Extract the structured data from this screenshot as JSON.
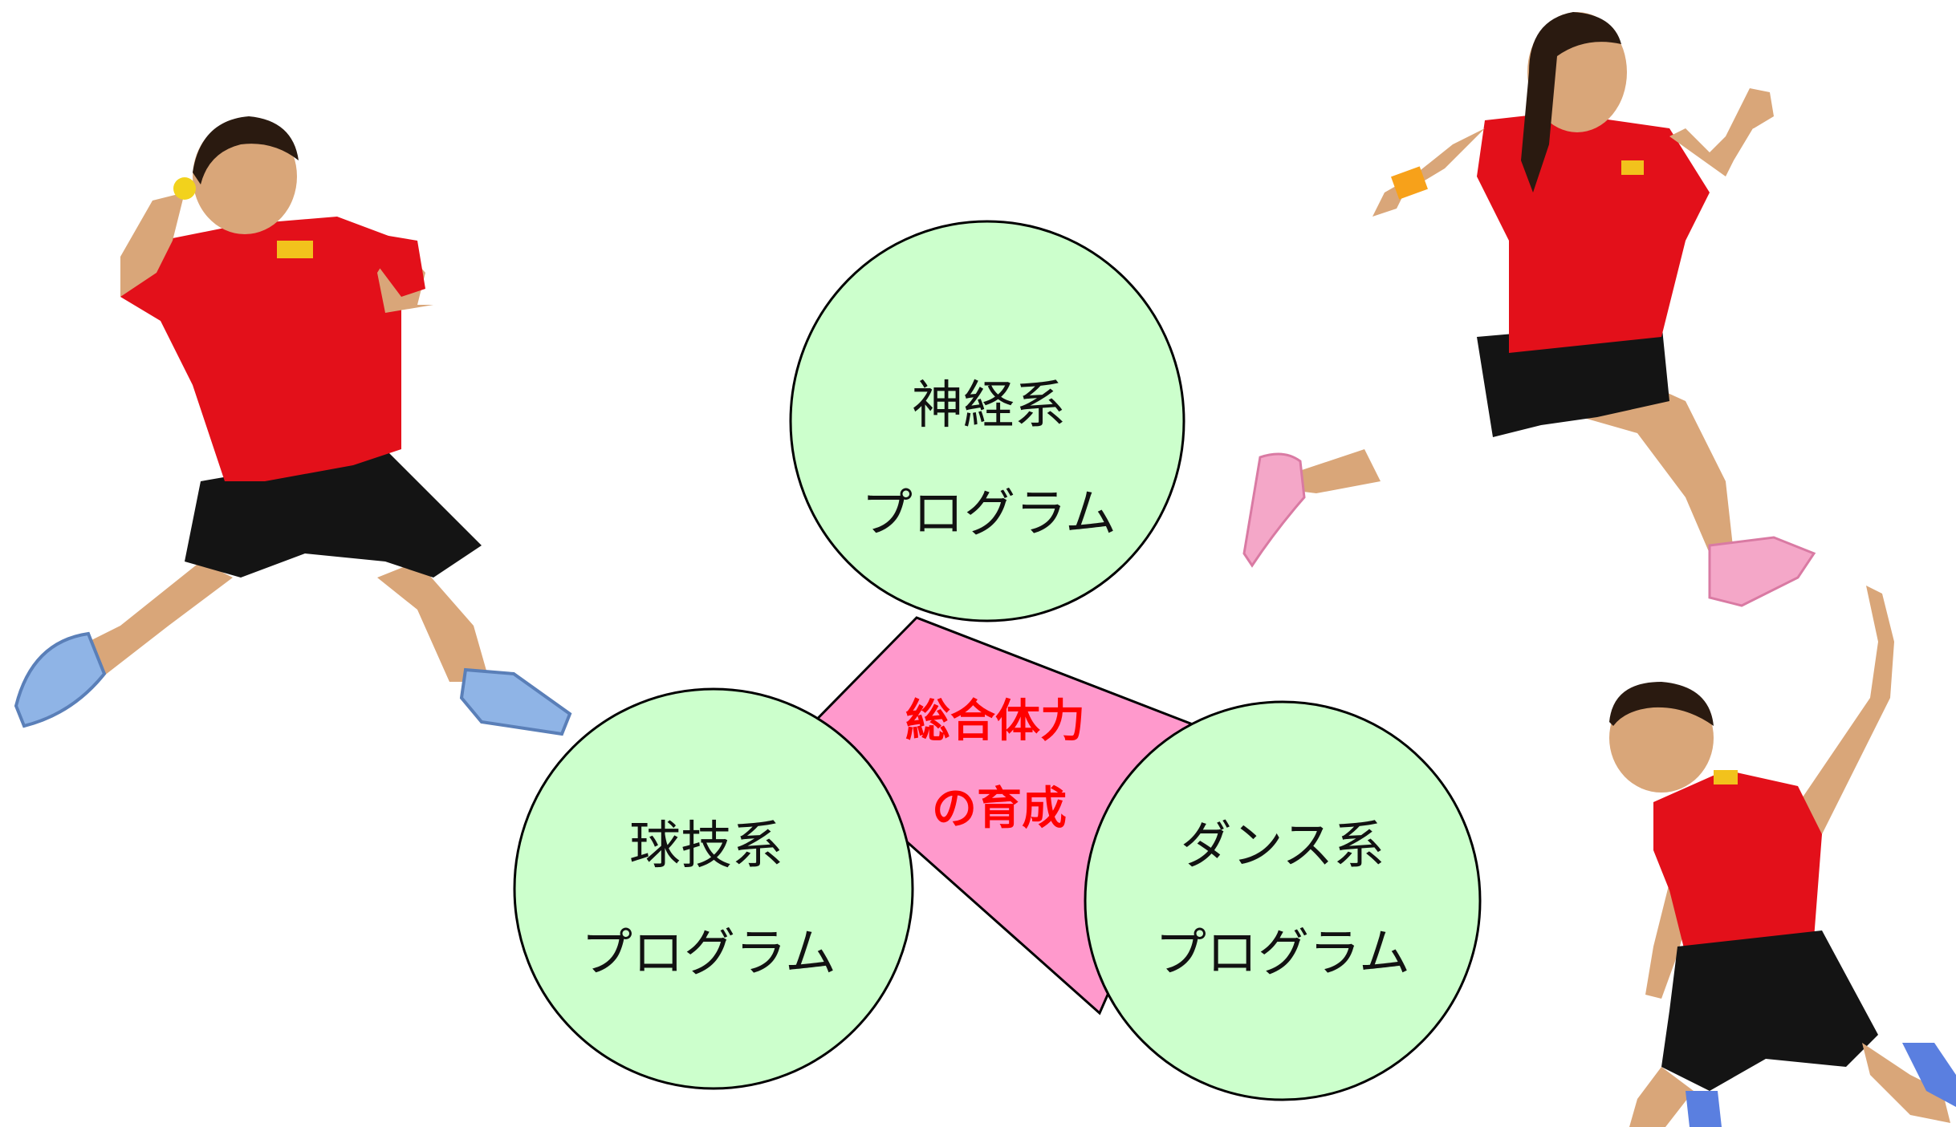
{
  "colors": {
    "circle_fill": "#ccffcc",
    "circle_stroke": "#000000",
    "triangle_fill": "#ff99cc",
    "center_text": "#ff0000",
    "jersey_red": "#e3101a",
    "shorts_black": "#141414",
    "skin": "#d9a679",
    "hair": "#2a1a10",
    "shoe_blue": "#8fb4e6",
    "shoe_pink": "#f4a7c8",
    "wristband_orange": "#f7a11a"
  },
  "center": {
    "line1": "総合体力",
    "line2": "の育成"
  },
  "circles": {
    "top": {
      "line1": "神経系",
      "line2": "プログラム"
    },
    "left": {
      "line1": "球技系",
      "line2": "プログラム"
    },
    "right": {
      "line1": "ダンス系",
      "line2": "プログラム"
    }
  },
  "photos": [
    {
      "subject": "girl-throwing"
    },
    {
      "subject": "girl-running"
    },
    {
      "subject": "boy-jumping"
    }
  ]
}
